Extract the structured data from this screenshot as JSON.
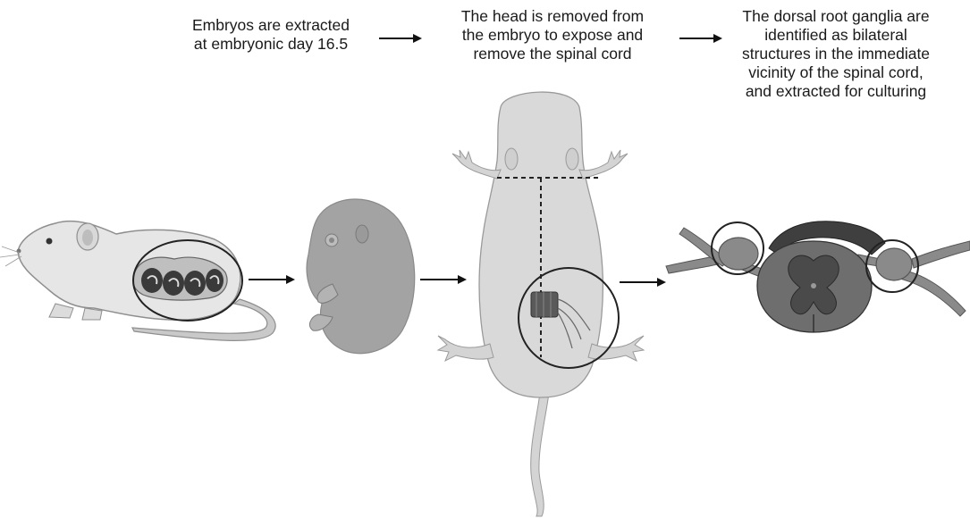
{
  "steps": [
    {
      "caption": "Embryos are extracted\nat embryonic day 16.5"
    },
    {
      "caption": "The head is removed from\nthe embryo to expose and\nremove the spinal cord"
    },
    {
      "caption": "The dorsal root ganglia are\nidentified as bilateral\nstructures in the immediate\nvicinity of the spinal cord,\nand extracted for culturing"
    }
  ],
  "colors": {
    "mouse_fill": "#e6e6e6",
    "mouse_stroke": "#8f8f8f",
    "embryo_fill": "#a3a3a3",
    "pup_fill": "#d4d4d4",
    "cord_dark": "#4f4f4f",
    "cord_gray": "#7d7d7d",
    "ganglion": "#8a8a8a",
    "circle": "#222222",
    "arrow": "#111111"
  },
  "icons": [
    "pregnant-mouse",
    "mouse-embryo",
    "dissected-pup",
    "spinal-cord-cross-section"
  ]
}
